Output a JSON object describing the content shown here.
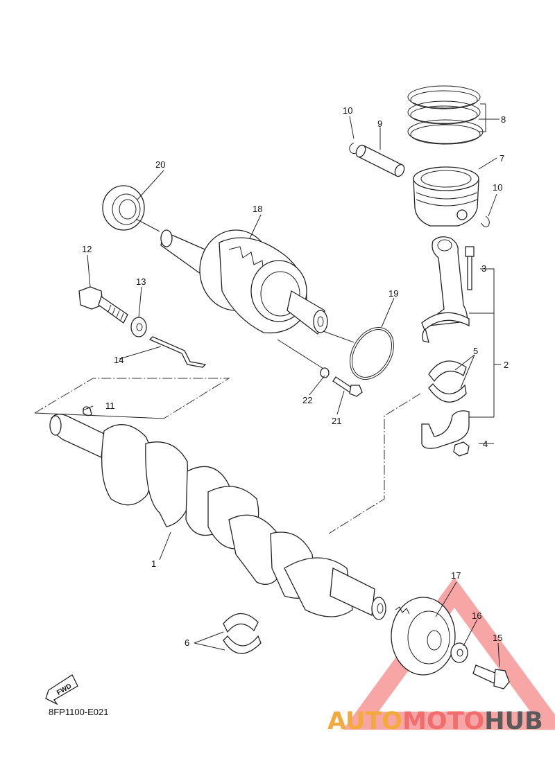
{
  "diagram": {
    "code": "8FP1100-E021",
    "fwd_label": "FWD",
    "callouts": {
      "c1": "1",
      "c2": "2",
      "c3": "3",
      "c4": "4",
      "c5": "5",
      "c6": "6",
      "c7": "7",
      "c8": "8",
      "c9": "9",
      "c10a": "10",
      "c10b": "10",
      "c11": "11",
      "c12": "12",
      "c13": "13",
      "c14": "14",
      "c15": "15",
      "c16": "16",
      "c17": "17",
      "c18": "18",
      "c19": "19",
      "c20": "20",
      "c21": "21",
      "c22": "22"
    }
  },
  "watermark": {
    "part1": "AUTO",
    "part2": "MOTO",
    "part3": "HUB",
    "color1": "#f4a93c",
    "color2": "#f26d6d",
    "color3": "#5a5a5a",
    "triangle_color": "#f15b5b"
  }
}
